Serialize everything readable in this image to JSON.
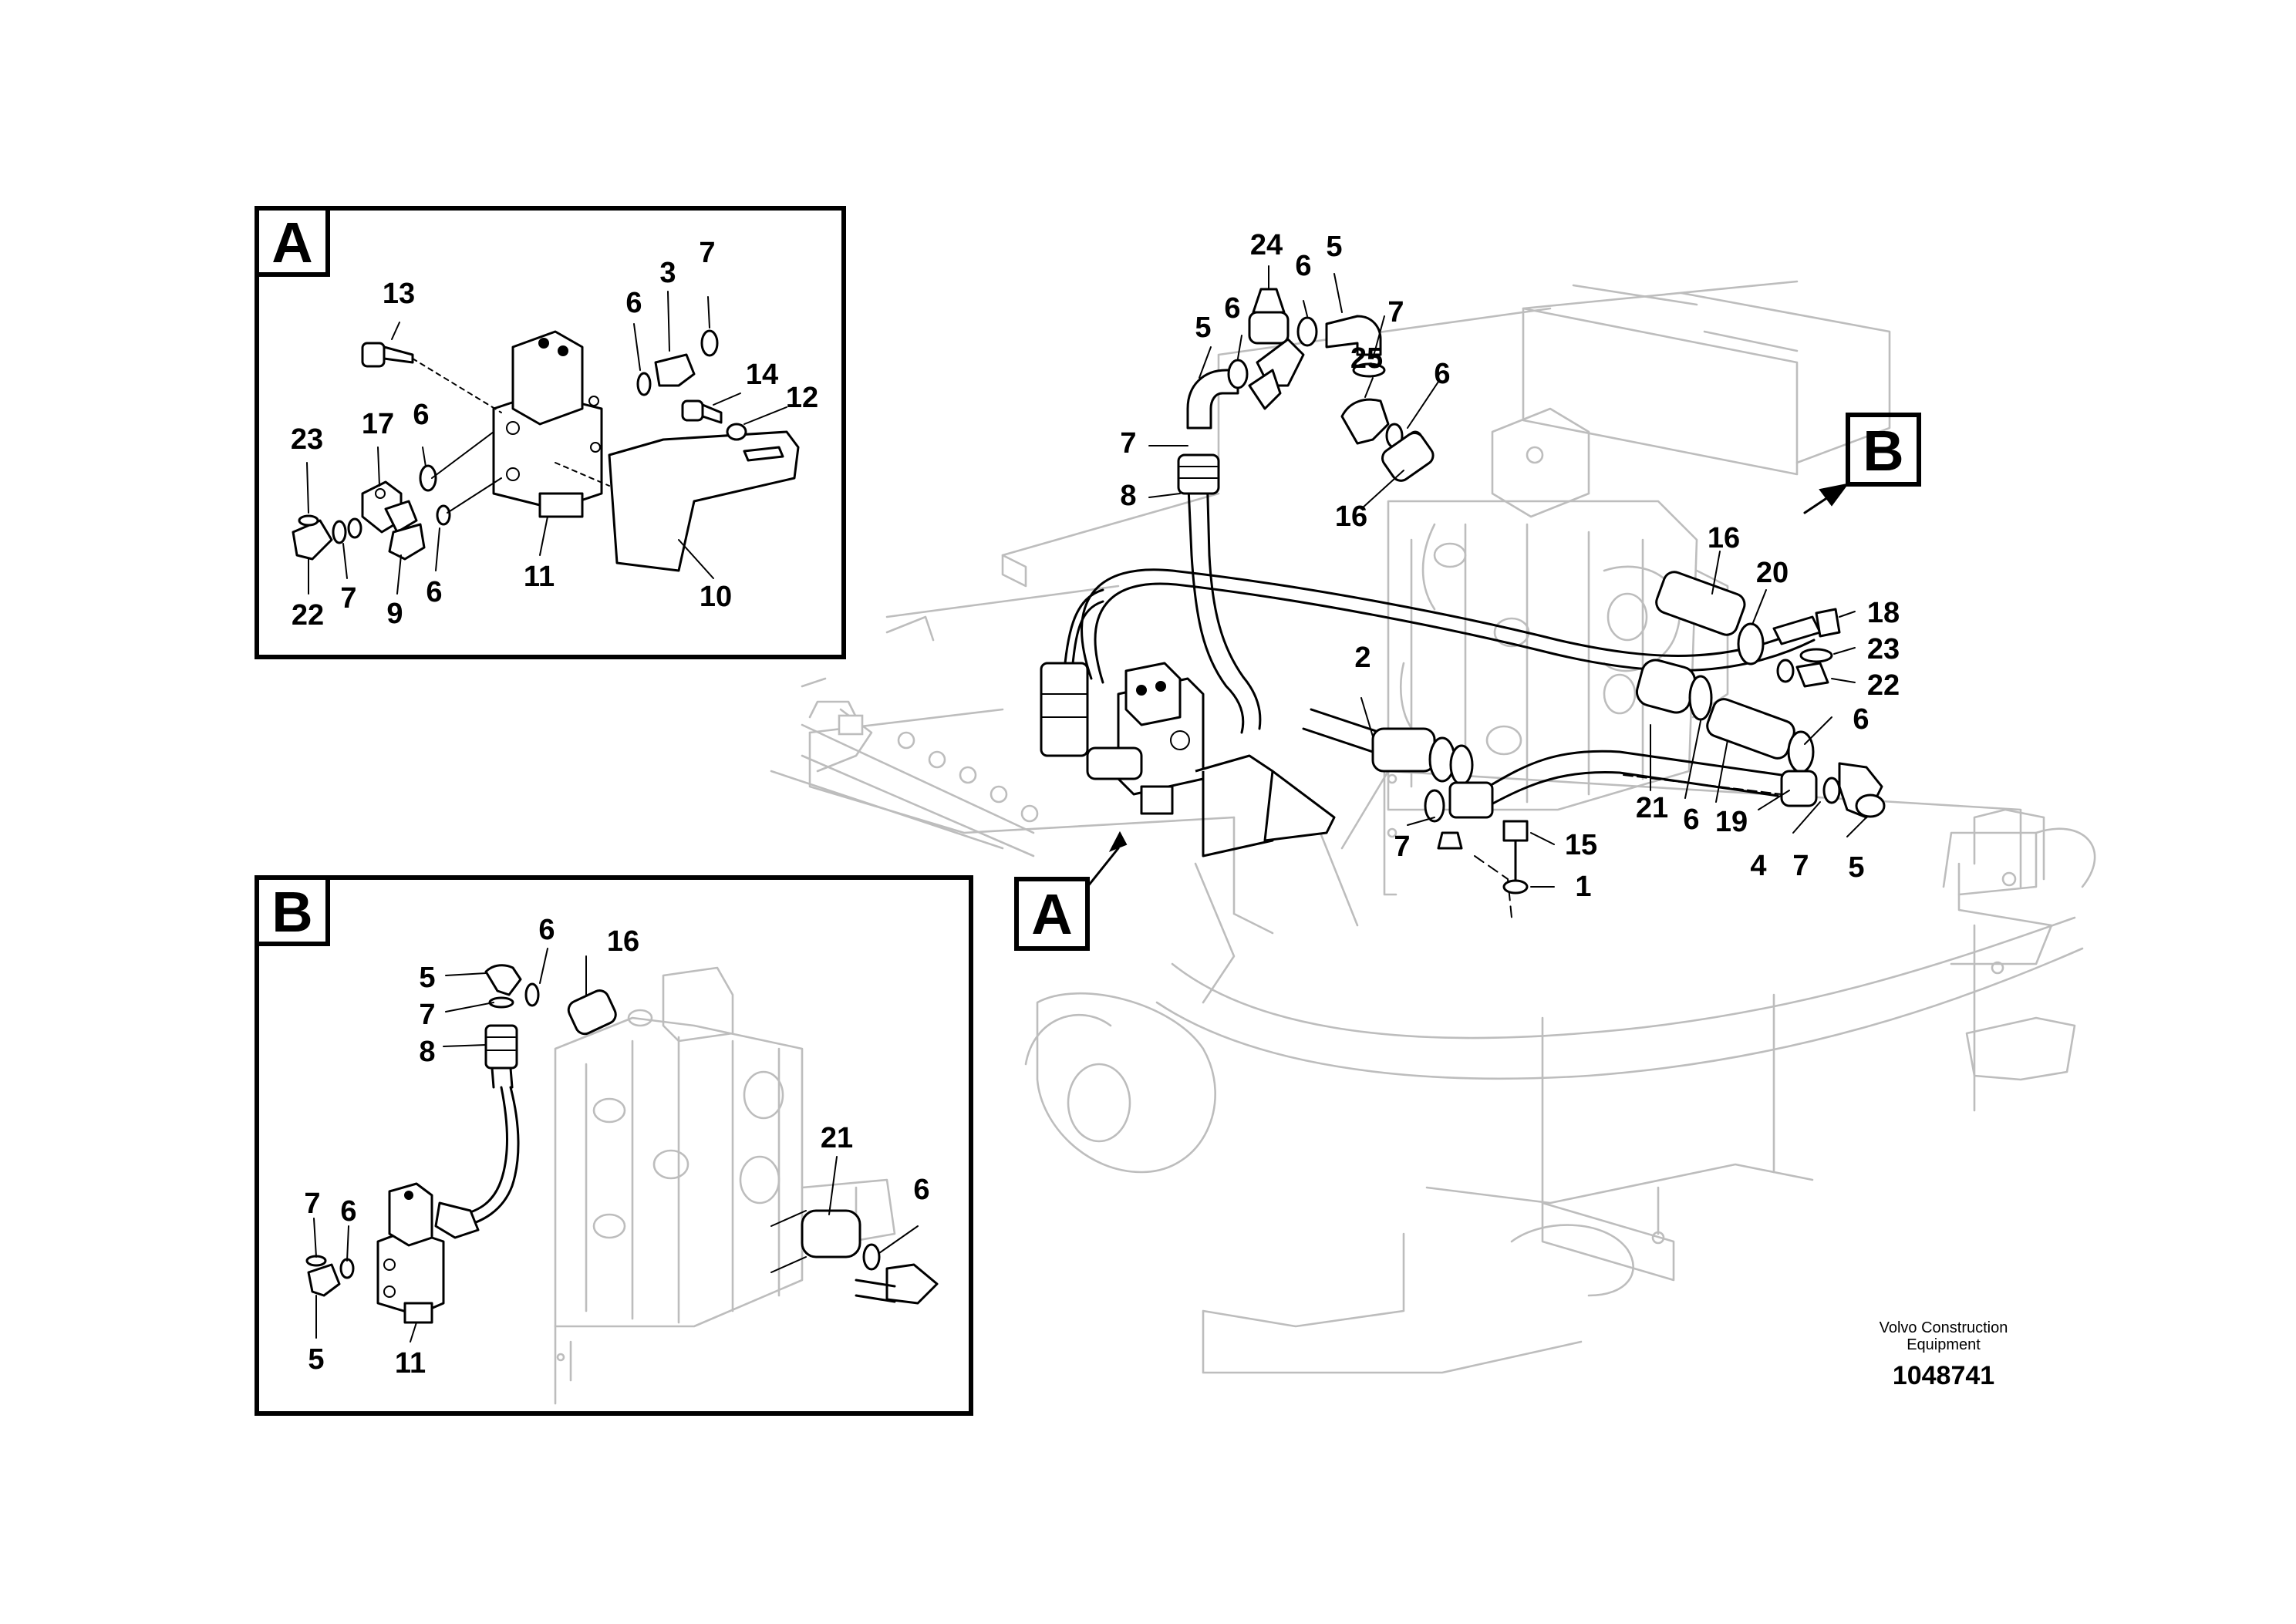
{
  "diagram": {
    "panels": [
      {
        "letter": "A"
      },
      {
        "letter": "B"
      }
    ],
    "callouts_main": {
      "A": "A",
      "B": "B"
    },
    "labels": {
      "panel_a": [
        "13",
        "6",
        "3",
        "7",
        "14",
        "12",
        "23",
        "17",
        "6",
        "22",
        "7",
        "9",
        "6",
        "11",
        "10"
      ],
      "panel_b": [
        "6",
        "16",
        "5",
        "7",
        "8",
        "7",
        "6",
        "21",
        "6",
        "5",
        "11"
      ],
      "main": [
        "24",
        "6",
        "5",
        "5",
        "6",
        "7",
        "7",
        "25",
        "6",
        "8",
        "16",
        "16",
        "20",
        "18",
        "23",
        "22",
        "2",
        "6",
        "21",
        "6",
        "19",
        "4",
        "7",
        "5",
        "7",
        "15",
        "1"
      ]
    },
    "footer": {
      "brand_line1": "Volvo Construction",
      "brand_line2": "Equipment",
      "drawing_number": "1048741"
    }
  }
}
